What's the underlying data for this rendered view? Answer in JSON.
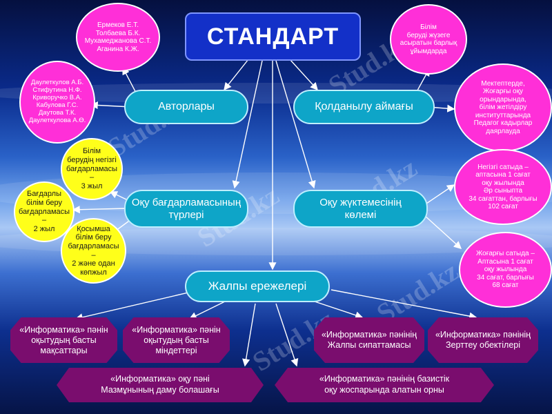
{
  "title": "СТАНДАРТ",
  "branches": {
    "authors": "Авторлары",
    "scope": "Қолданылу аймағы",
    "program_types": "Оқу бағдарламасының\nтүрлері",
    "workload": "Оқу жүктемесінің\nкөлемі",
    "general_rules": "Жалпы ережелері"
  },
  "authors_nodes": [
    "Ермеков Е.Т.\nТолбаева Б.К.\nМухамеджанова С.Т.\nАганина К.Ж.",
    "Даулеткулов А.Б.\nСтифутина Н.Ф.\nКриворучко В.А.\nКабулова Г.С.\nДаутова Т.К.\nДаулеткулова А.Ө."
  ],
  "scope_nodes": [
    "Білім\nберуді жүзеге\nасыратын барлық\nұйымдарда",
    "Мектептерде,\nЖоғарғы оқу\nорындарында,\nбілім жетілдіру\nинституттарында\nПедагог кадырлар\nдаярлауда"
  ],
  "program_nodes": [
    "Білім\nберудің негізгі\nбағдарламасы –\n3 жыл",
    "Бағдарлы\nбілім беру\nбағдарламасы –\n2 жыл",
    "Қосымша\nбілім беру\nбағдарламасы –\n2 және одан\nкөпжыл"
  ],
  "workload_nodes": [
    "Негізгі сатыда –\nаптасына 1 сағат\nоқу жылында\nӘр сыныпта\n34 сағаттан, барлығы\n102 сағат",
    "Жоғарғы сатыда –\nАптасына 1 сағат\nоқу жылында\n34 сағат, барлығы\n68 сағат"
  ],
  "rules_nodes": [
    "«Информатика» пәнін\nоқытудың басты\nмақсаттары",
    "«Информатика» пәнін\nоқытудың басты\nміндеттері",
    "«Информатика» пәнінің\nЖалпы сипаттамасы",
    "«Информатика» пәнінің\nЗерттеу обектілері",
    "«Информатика» оқу пәні\nМазмұнының даму болашағы",
    "«Информатика» пәнінің базистік\nоқу жоспарында алатын орны"
  ],
  "watermark": "Stud.kz",
  "colors": {
    "pill": "#0ea5c8",
    "magenta": "#ff2fd8",
    "yellow": "#ffff1a",
    "dark_purple": "#7a0d6e",
    "title_box": "#1330c8"
  }
}
